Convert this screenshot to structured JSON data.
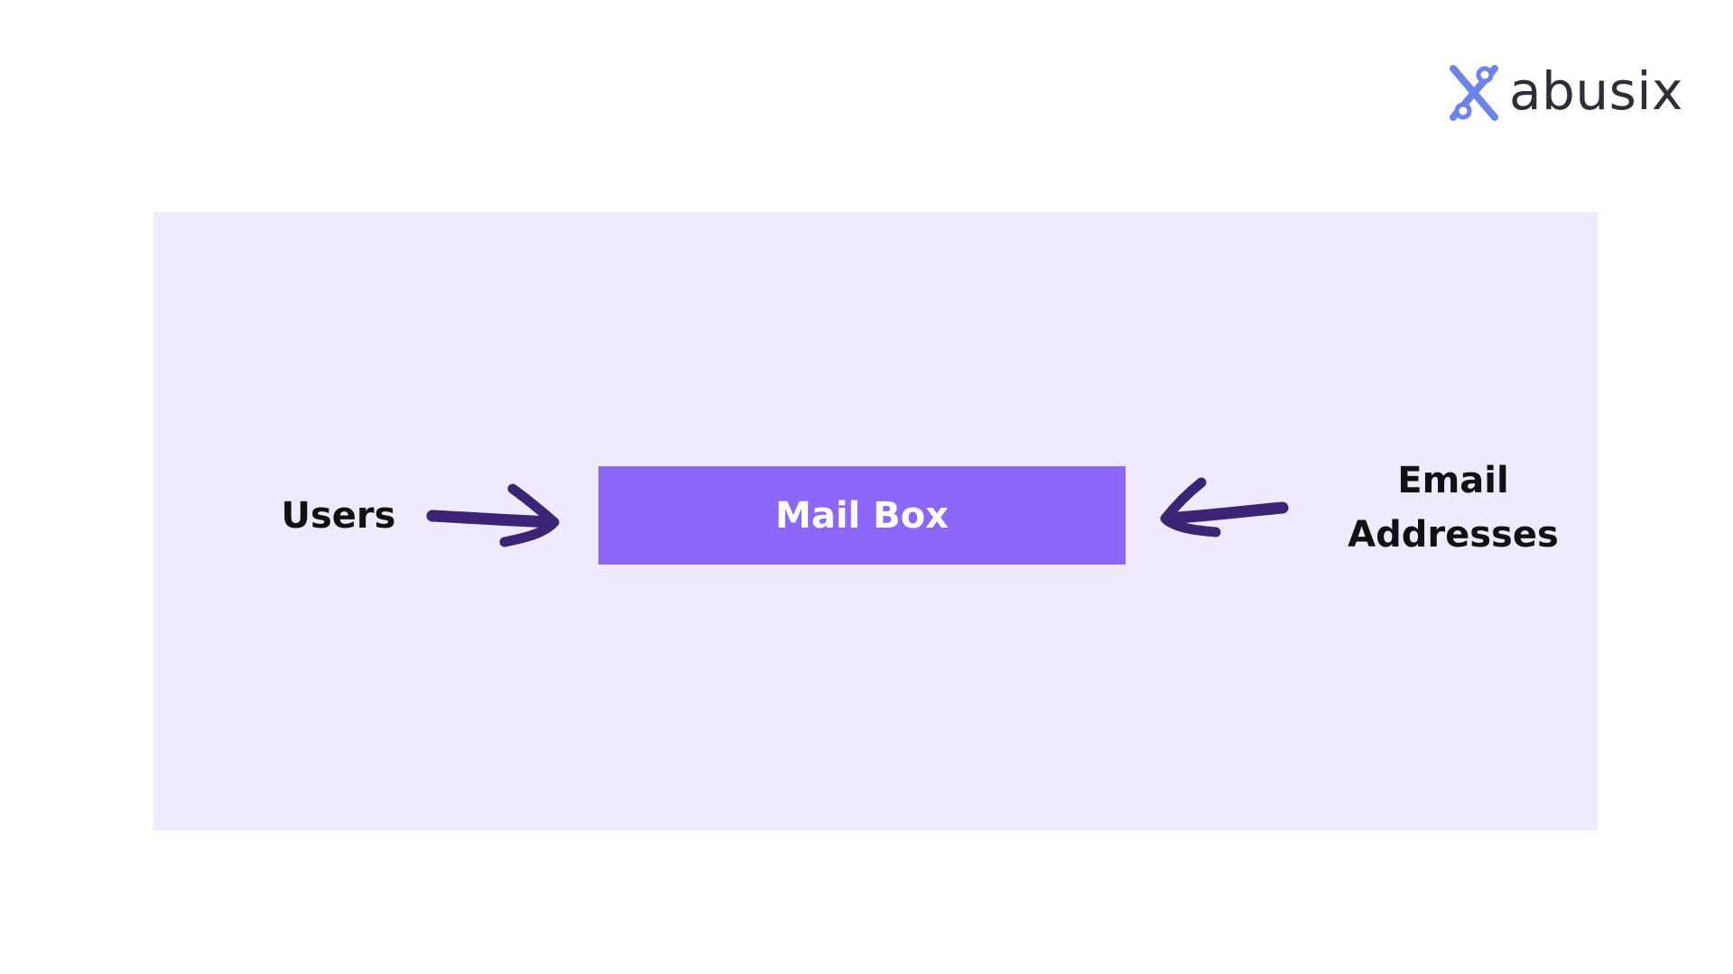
{
  "logo": {
    "text": "abusix",
    "icon": "abusix-x-logo-icon",
    "icon_color": "#6e83ea"
  },
  "diagram": {
    "background_color": "#efeafd",
    "box_color": "#8c67fa",
    "arrow_color": "#3b2476",
    "users_label": "Users",
    "mailbox_label": "Mail Box",
    "email_label_line1": "Email",
    "email_label_line2": "Addresses"
  }
}
